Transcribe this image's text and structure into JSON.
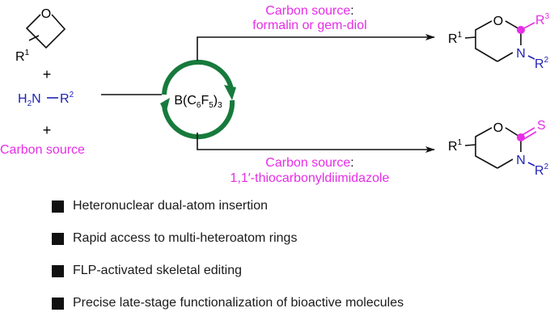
{
  "colors": {
    "magenta": "#e62ee6",
    "blue": "#1f23b5",
    "green": "#177a3c",
    "black": "#111111"
  },
  "reactants": {
    "oxetane": {
      "ring_atom": "O",
      "substituent": "R",
      "substituent_sup": "1"
    },
    "plus_1": "+",
    "amine": {
      "prefix": "H",
      "prefix_sub": "2",
      "atom": "N",
      "dash": "—",
      "substituent": "R",
      "substituent_sup": "2"
    },
    "plus_2": "+",
    "carbon_source": "Carbon source"
  },
  "catalyst": {
    "b": "B(C",
    "c_sub": "6",
    "f": "F",
    "f_sub": "5",
    "close": ")",
    "close_sub": "3"
  },
  "upper_path": {
    "label_line1": "Carbon source",
    "label_colon": ":",
    "label_line2": "formalin or gem-diol",
    "product": {
      "o": "O",
      "n": "N",
      "r1": "R",
      "r1_sup": "1",
      "r2": "R",
      "r2_sup": "2",
      "r3": "R",
      "r3_sup": "3"
    }
  },
  "lower_path": {
    "label_line1": "Carbon source",
    "label_colon": ":",
    "label_line2": "1,1′-thiocarbonyldiimidazole",
    "product": {
      "o": "O",
      "n": "N",
      "s": "S",
      "r1": "R",
      "r1_sup": "1",
      "r2": "R",
      "r2_sup": "2"
    }
  },
  "features": [
    {
      "label": "Heteronuclear dual-atom insertion"
    },
    {
      "label": "Rapid access to multi-heteroatom rings"
    },
    {
      "label": "FLP-activated skeletal editing"
    },
    {
      "label": "Precise late-stage functionalization of bioactive molecules"
    }
  ]
}
